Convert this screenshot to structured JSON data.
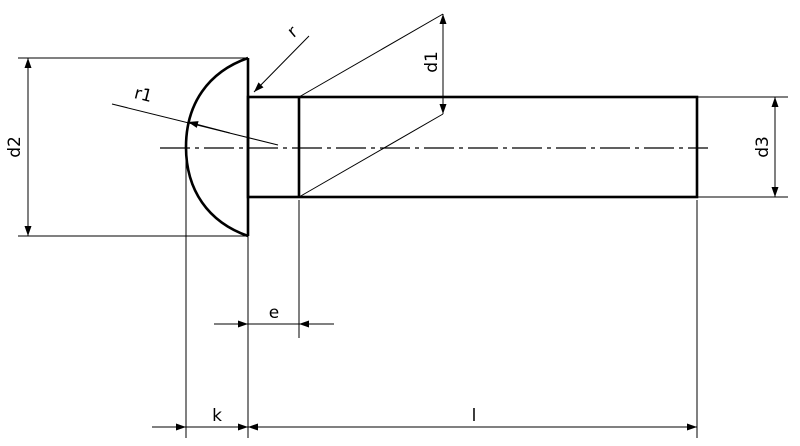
{
  "labels": {
    "r": "r",
    "r1": "r1",
    "d1": "d1",
    "d2": "d2",
    "d3": "d3",
    "e": "e",
    "k": "k",
    "l": "l"
  },
  "colors": {
    "line": "#000000",
    "background": "#ffffff"
  }
}
